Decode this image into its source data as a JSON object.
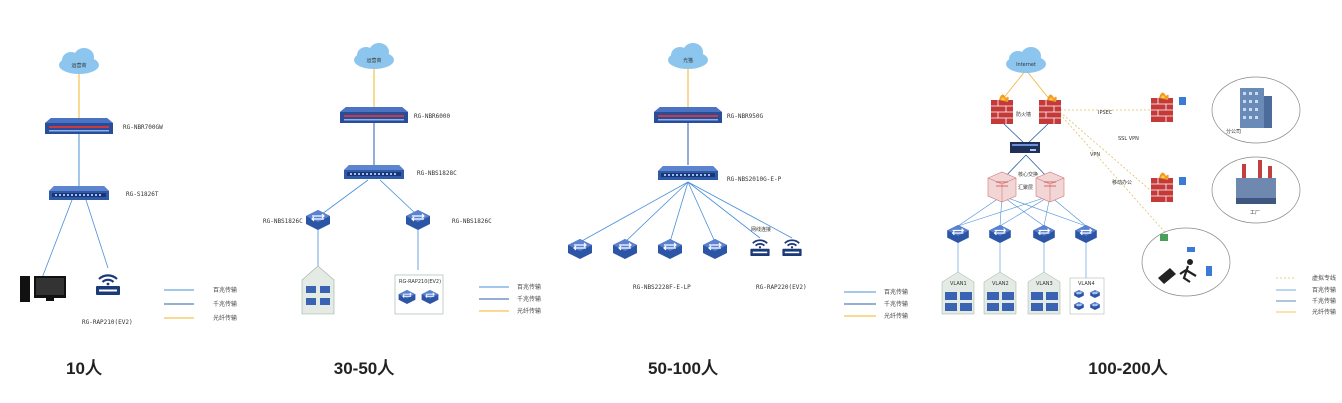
{
  "colors": {
    "ethernet_100m": "#4a90d9",
    "gigabit": "#2a5ea8",
    "fiber": "#f0b429",
    "dotted": "#e0c060",
    "switch_body": "#1f3f8f",
    "cloud": "#8cc6ee"
  },
  "legend": {
    "l1": "百兆传输",
    "l2": "千兆传输",
    "l3": "光纤传输"
  },
  "s1": {
    "cloud": "运营商",
    "router": "RG-NBR700GW",
    "switch": "RG-S1826T",
    "ap": "RG-RAP210(EV2)",
    "caption": "10人"
  },
  "s2": {
    "cloud": "运营商",
    "router": "RG-NBR6000",
    "core": "RG-NBS1828C",
    "sw_left": "RG-NBS1826C",
    "sw_right": "RG-NBS1826C",
    "ap": "RG-RAP210(EV2)",
    "caption": "30-50人"
  },
  "s3": {
    "cloud": "光猫",
    "router": "RG-NBR950G",
    "core": "RG-NBS2010G-E-P",
    "ap_label": "RG-RAP220(EV2)",
    "sw_label": "RG-NBS2228F-E-LP",
    "ap_conn": "网线连接",
    "caption": "50-100人"
  },
  "s4": {
    "cloud": "Internet",
    "fw_label": "防火墙",
    "core_label": "核心交换",
    "aggr_label": "汇聚层",
    "vpn1": "IPSEC",
    "vpn2": "SSL VPN",
    "vpn3": "VPN",
    "vpn4": "移动办公",
    "branch1": "分公司",
    "branch2": "工厂",
    "vlans": [
      "VLAN1",
      "VLAN2",
      "VLAN3",
      "VLAN4"
    ],
    "legend": [
      "虚拟专线",
      "百兆传输",
      "千兆传输",
      "光纤传输"
    ],
    "caption": "100-200人"
  }
}
